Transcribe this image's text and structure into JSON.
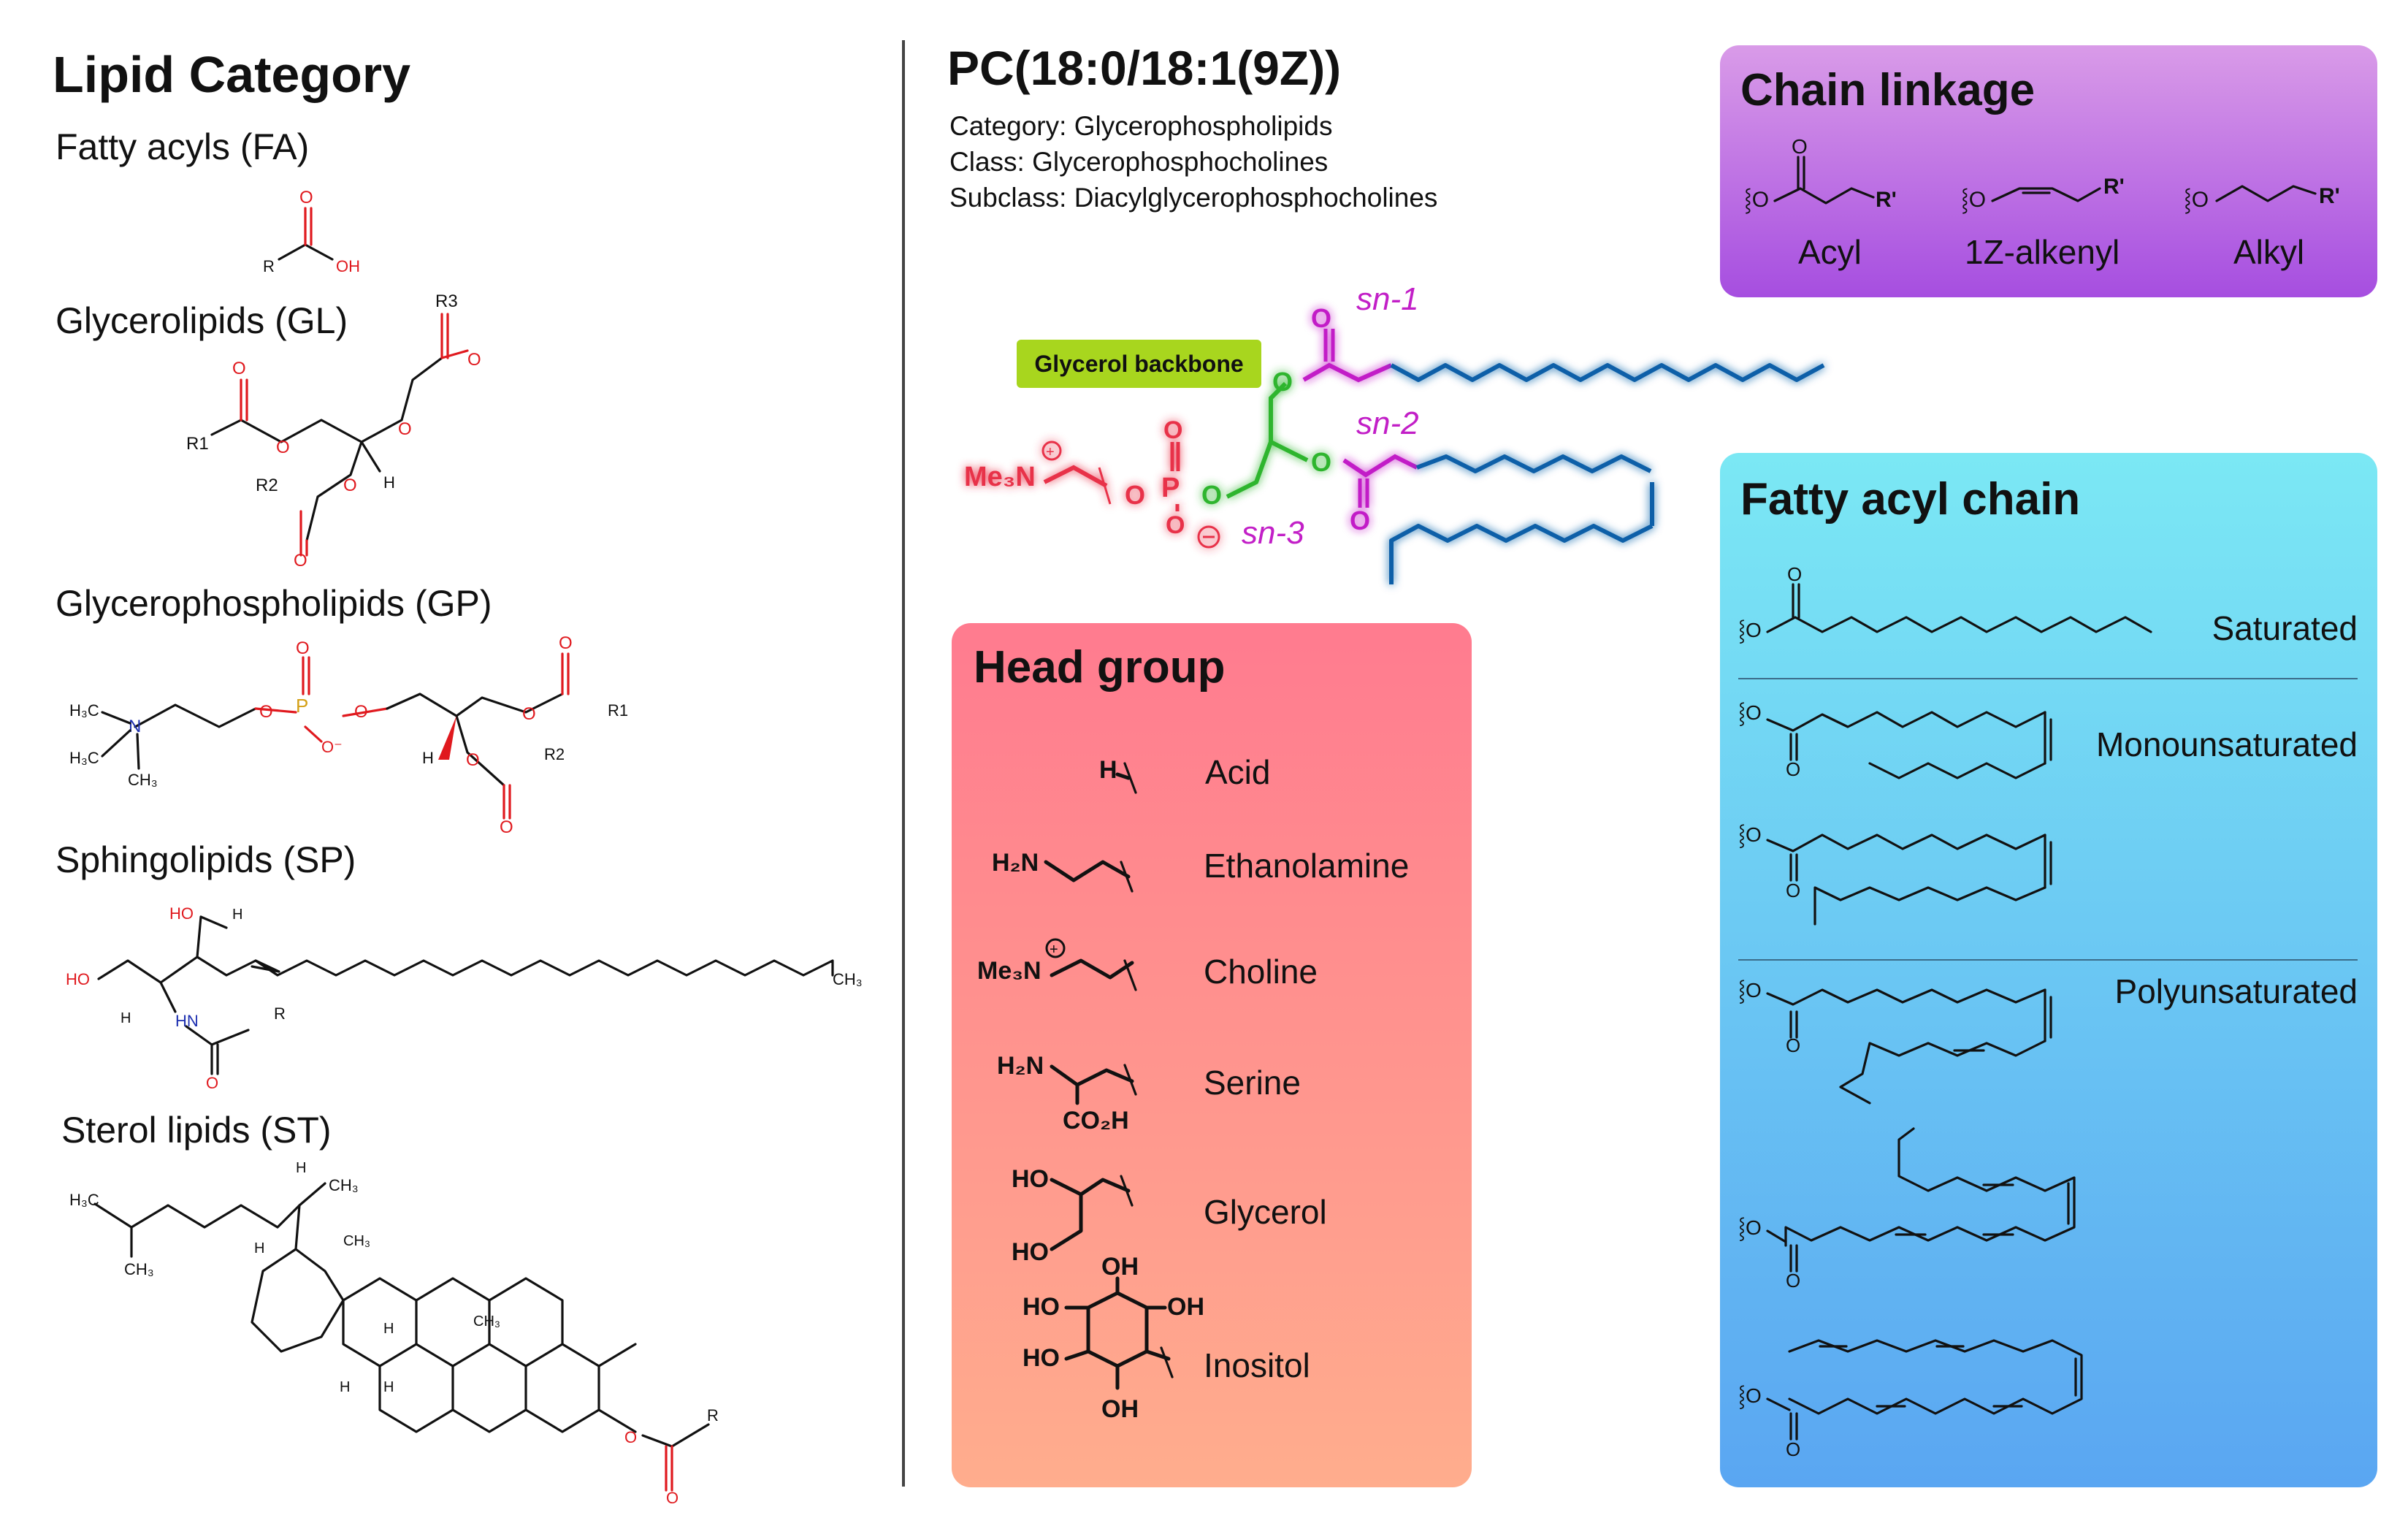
{
  "left": {
    "title": "Lipid Category",
    "categories": [
      {
        "label": "Fatty acyls (FA)"
      },
      {
        "label": "Glycerolipids (GL)"
      },
      {
        "label": "Glycerophospholipids (GP)"
      },
      {
        "label": "Sphingolipids (SP)"
      },
      {
        "label": "Sterol lipids (ST)"
      }
    ]
  },
  "center": {
    "title": "PC(18:0/18:1(9Z))",
    "category_line": "Category: Glycerophospholipids",
    "class_line": "Class: Glycerophosphocholines",
    "subclass_line": "Subclass: Diacylglycerophosphocholines",
    "backbone_badge": "Glycerol backbone",
    "sn1": "sn-1",
    "sn2": "sn-2",
    "sn3": "sn-3",
    "colors": {
      "head": "#e8324a",
      "backbone": "#2fb52f",
      "linkage": "#c21fc7",
      "chain": "#0d5fa8",
      "badge": "#a8d61e"
    }
  },
  "linkage": {
    "title": "Chain linkage",
    "items": [
      {
        "label": "Acyl"
      },
      {
        "label": "1Z-alkenyl"
      },
      {
        "label": "Alkyl"
      }
    ]
  },
  "head": {
    "title": "Head group",
    "items": [
      {
        "label": "Acid"
      },
      {
        "label": "Ethanolamine"
      },
      {
        "label": "Choline"
      },
      {
        "label": "Serine"
      },
      {
        "label": "Glycerol"
      },
      {
        "label": "Inositol"
      }
    ]
  },
  "fatty": {
    "title": "Fatty acyl chain",
    "saturated": "Saturated",
    "mono": "Monounsaturated",
    "poly": "Polyunsaturated"
  }
}
